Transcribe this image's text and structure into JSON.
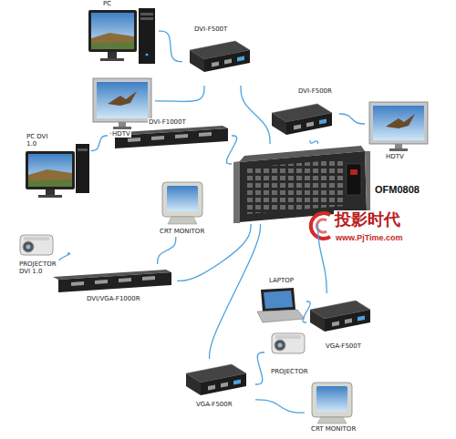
{
  "diagram": {
    "nodes": [
      {
        "text": [
          "PC"
        ]
      },
      {
        "text": [
          "HDTV"
        ]
      },
      {
        "text": [
          "DVI-F500T"
        ]
      },
      {
        "text": [
          "DVI-F500R"
        ]
      },
      {
        "text": [
          "HDTV"
        ]
      },
      {
        "text": [
          "DVI-F1000T"
        ]
      },
      {
        "text": [
          "PC DVI 1.0"
        ]
      },
      {
        "text": [
          "CRT MONITOR"
        ]
      },
      {
        "text": [
          "OFM0808"
        ]
      },
      {
        "text": [
          "PROJECTOR DVI 1.0"
        ]
      },
      {
        "text": [
          "DVI/VGA-F1000R"
        ]
      },
      {
        "text": [
          "LAPTOP"
        ]
      },
      {
        "text": [
          "VGA-F500T"
        ]
      },
      {
        "text": [
          "PROJECTOR"
        ]
      },
      {
        "text": [
          "VGA-F500R"
        ]
      },
      {
        "text": [
          "CRT MONITOR"
        ]
      }
    ],
    "edges": [
      {
        "from": 0,
        "to": 2,
        "arrow": "none"
      },
      {
        "from": 1,
        "to": 2,
        "arrow": "none"
      },
      {
        "from": 2,
        "to": 8,
        "arrow": "none"
      },
      {
        "from": 8,
        "to": 3,
        "arrow": "none"
      },
      {
        "from": 3,
        "to": 4,
        "arrow": "none"
      },
      {
        "from": 6,
        "to": 5,
        "arrow": "none"
      },
      {
        "from": 5,
        "to": 8,
        "arrow": "none"
      },
      {
        "from": 8,
        "to": 10,
        "arrow": "none"
      },
      {
        "from": 10,
        "to": 9,
        "arrow": "none"
      },
      {
        "from": 10,
        "to": 7,
        "arrow": "none"
      },
      {
        "from": 11,
        "to": 12,
        "arrow": "none"
      },
      {
        "from": 12,
        "to": 8,
        "arrow": "none"
      },
      {
        "from": 8,
        "to": 14,
        "arrow": "none"
      },
      {
        "from": 14,
        "to": 13,
        "arrow": "none"
      },
      {
        "from": 14,
        "to": 15,
        "arrow": "none"
      }
    ],
    "labels": [
      "投影时代",
      "www.PjTime.com"
    ]
  }
}
